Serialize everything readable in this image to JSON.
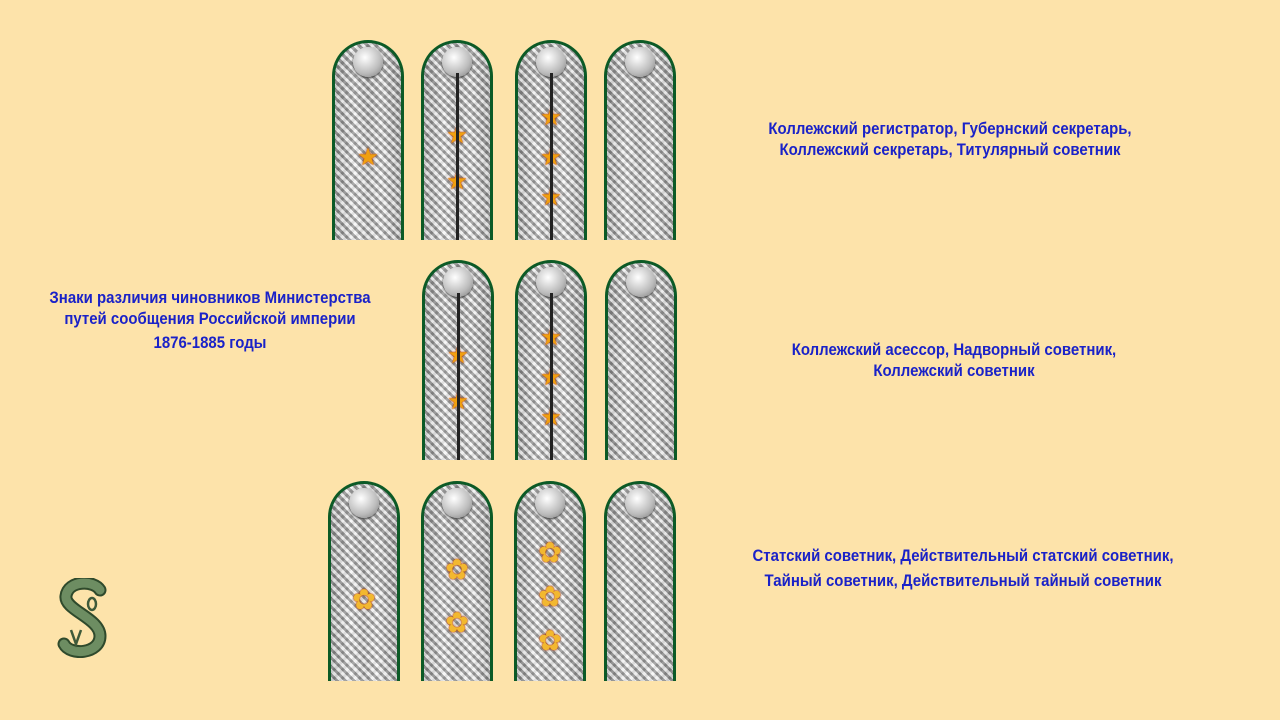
{
  "title": {
    "line1": "Знаки различия чиновников Министерства",
    "line2": "путей сообщения Российской империи",
    "line3": "1876-1885 годы"
  },
  "rows": [
    {
      "caption_line1": "Коллежский регистратор, Губернский секретарь,",
      "caption_line2": "Коллежский секретарь, Титулярный советник",
      "epaulettes": [
        {
          "stars": 1,
          "star_type": "star",
          "gap": false
        },
        {
          "stars": 2,
          "star_type": "star",
          "gap": true
        },
        {
          "stars": 3,
          "star_type": "star",
          "gap": true
        },
        {
          "stars": 0,
          "star_type": "star",
          "gap": false
        }
      ]
    },
    {
      "caption_line1": "Коллежский асессор, Надворный советник,",
      "caption_line2": "Коллежский советник",
      "epaulettes": [
        {
          "stars": 2,
          "star_type": "star",
          "gap": true
        },
        {
          "stars": 3,
          "star_type": "star",
          "gap": true
        },
        {
          "stars": 0,
          "star_type": "star",
          "gap": false
        }
      ]
    },
    {
      "caption_line1": "Статский советник, Действительный статский советник,",
      "caption_line2": "Тайный советник, Действительный тайный советник",
      "epaulettes": [
        {
          "stars": 1,
          "star_type": "flower",
          "gap": false
        },
        {
          "stars": 2,
          "star_type": "flower",
          "gap": false
        },
        {
          "stars": 3,
          "star_type": "flower",
          "gap": false
        },
        {
          "stars": 0,
          "star_type": "flower",
          "gap": false
        }
      ]
    }
  ],
  "logo": {
    "text": "SOV"
  },
  "colors": {
    "background": "#fde3aa",
    "text": "#1a22c8",
    "border": "#0c5a26"
  }
}
